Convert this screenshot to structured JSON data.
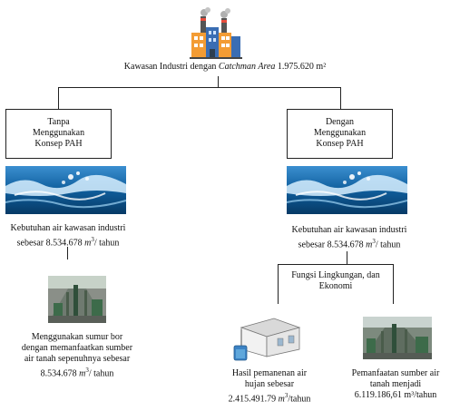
{
  "title": {
    "prefix": "Kawasan Industri dengan ",
    "italic": "Catchman Area",
    "suffix": " 1.975.620 m²"
  },
  "left_box": {
    "line1": "Tanpa",
    "line2": "Menggunakan",
    "line3": "Konsep PAH"
  },
  "right_box": {
    "line1": "Dengan",
    "line2": "Menggunakan",
    "line3": "Konsep PAH"
  },
  "left_need": {
    "line1": "Kebutuhan air kawasan industri",
    "line2_prefix": "sebesar 8.534.678 ",
    "line2_unit": "m",
    "line2_sup": "3",
    "line2_suffix": "/ tahun"
  },
  "right_need": {
    "line1": "Kebutuhan air kawasan industri",
    "line2_prefix": "sebesar 8.534.678 ",
    "line2_unit": "m",
    "line2_sup": "3",
    "line2_suffix": "/ tahun"
  },
  "function_label": {
    "line1": "Fungsi Lingkungan, dan",
    "line2": "Ekonomi"
  },
  "left_result": {
    "line1": "Menggunakan sumur bor",
    "line2": "dengan memanfaatkan sumber",
    "line3": "air tanah sepenuhnya sebesar",
    "line4_prefix": "8.534.678 ",
    "line4_unit": "m",
    "line4_sup": "3",
    "line4_suffix": "/ tahun"
  },
  "harvest_result": {
    "line1": "Hasil pemanenan air",
    "line2": "hujan sebesar",
    "line3_prefix": "2.415.491.79 ",
    "line3_unit": "m",
    "line3_sup": "3",
    "line3_suffix": "/tahun"
  },
  "groundwater_result": {
    "line1": "Pemanfaatan sumber air",
    "line2": "tanah menjadi",
    "line3": "6.119.186,61 m³/tahun"
  },
  "colors": {
    "line": "#222222",
    "water_dark": "#0b4f86",
    "water_light": "#6fb6e6",
    "factory_orange": "#f39c34",
    "factory_blue": "#3a6db3"
  }
}
